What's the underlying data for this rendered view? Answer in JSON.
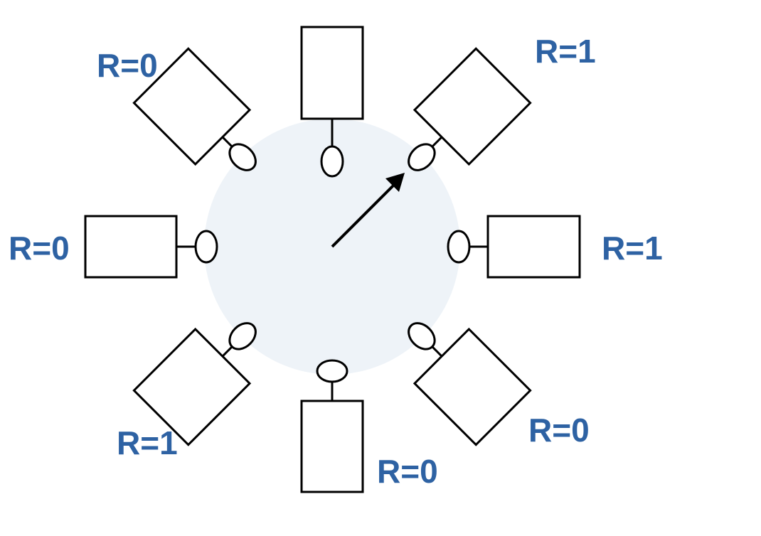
{
  "colors": {
    "label": "#2E62A3",
    "circle": "#EEF3F8",
    "stroke": "#000000",
    "box": "#FFFFFF"
  },
  "labels": {
    "top_right": "R=1",
    "right": "R=1",
    "bottom_right": "R=0",
    "bottom": "R=0",
    "bottom_left": "R=1",
    "left": "R=0",
    "top_left": "R=0"
  }
}
